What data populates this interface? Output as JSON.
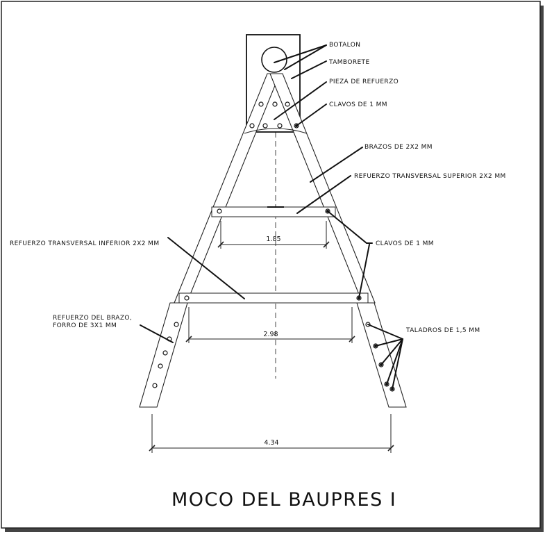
{
  "title": "MOCO DEL BAUPRES I",
  "labels": {
    "botalon": "BOTALON",
    "tamborete": "TAMBORETE",
    "pieza_refuerzo": "PIEZA DE REFUERZO",
    "clavos_top": "CLAVOS DE 1 MM",
    "brazos": "BRAZOS DE 2X2 MM",
    "refuerzo_superior": "REFUERZO TRANSVERSAL SUPERIOR 2X2 MM",
    "clavos_mid": "CLAVOS DE 1 MM",
    "refuerzo_inferior": "REFUERZO TRANSVERSAL INFERIOR 2X2 MM",
    "refuerzo_brazo_1": "REFUERZO DEL BRAZO,",
    "refuerzo_brazo_2": "FORRO DE 3X1 MM",
    "taladros": "TALADROS DE 1,5 MM"
  },
  "dimensions": {
    "upper_span": "1.85",
    "lower_span": "2.98",
    "base_span": "4.34"
  }
}
